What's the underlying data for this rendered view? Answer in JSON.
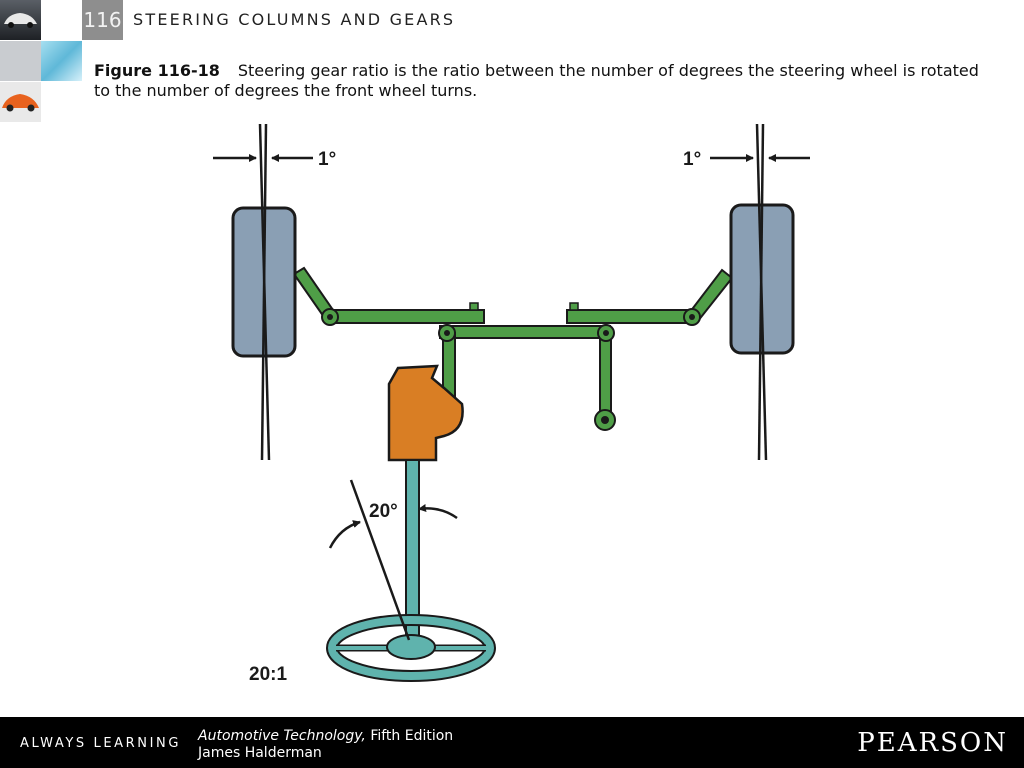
{
  "header": {
    "chapter_number": "116",
    "chapter_title": "STEERING COLUMNS AND GEARS"
  },
  "caption": {
    "label": "Figure 116-18",
    "text": "Steering gear ratio is the ratio between the number of degrees the steering wheel is rotated to the number of degrees the front wheel turns."
  },
  "figure": {
    "left_wheel_angle": "1°",
    "right_wheel_angle": "1°",
    "steering_wheel_angle": "20°",
    "ratio": "20:1",
    "colors": {
      "tire": "#8a9fb4",
      "linkage": "#4f9e47",
      "gearbox": "#d97e24",
      "steering_wheel": "#5fb3ad",
      "outline": "#1a1a1a"
    }
  },
  "footer": {
    "tagline": "ALWAYS LEARNING",
    "book_title_italic": "Automotive Technology,",
    "book_edition": " Fifth Edition",
    "author": "James Halderman",
    "publisher": "PEARSON"
  }
}
